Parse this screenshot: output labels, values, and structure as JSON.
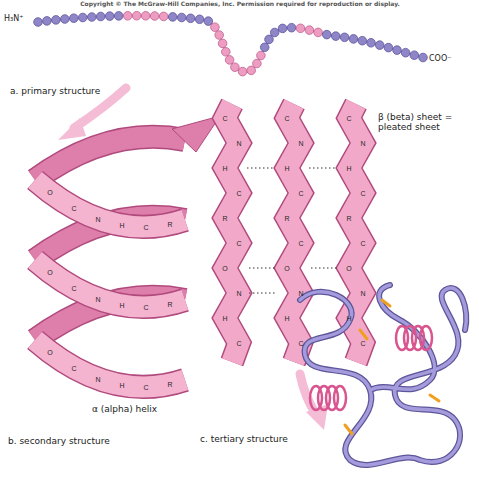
{
  "diagram": {
    "labels": [
      "Copyright © The McGraw-Hill Companies, Inc. Permission required for reproduction or display.",
      "H₃N⁺",
      "COO⁻",
      "a. primary structure",
      "α (alpha) helix",
      "b. secondary structure",
      "β (beta) sheet = pleated sheet",
      "c. tertiary structure",
      "O",
      "C",
      "N",
      "H",
      "C",
      "R",
      "O",
      "C",
      "N",
      "H",
      "C",
      "R",
      "O",
      "C",
      "N",
      "H",
      "C",
      "R",
      "C",
      "N",
      "H",
      "C",
      "R",
      "C",
      "O",
      "N",
      "H",
      "C",
      "C",
      "N",
      "H",
      "C",
      "R",
      "C",
      "O",
      "N",
      "H",
      "C",
      "C",
      "N",
      "H",
      "C",
      "R",
      "C",
      "O",
      "N",
      "H",
      "C"
    ]
  }
}
